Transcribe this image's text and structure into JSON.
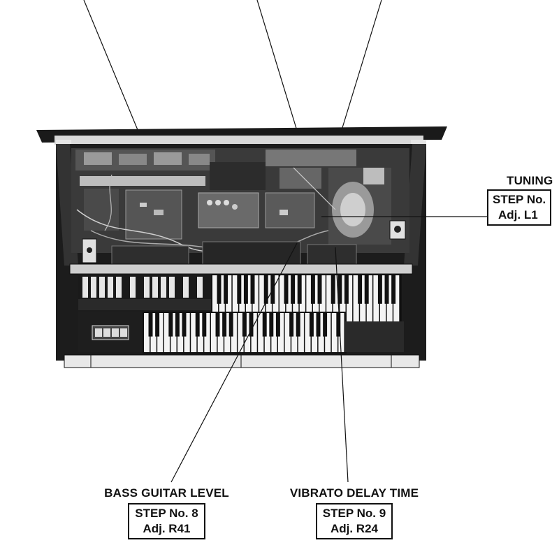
{
  "callouts": {
    "tuning": {
      "title": "TUNING",
      "step": "STEP No.",
      "adj": "Adj. L1"
    },
    "bass": {
      "title": "BASS GUITAR LEVEL",
      "step": "STEP No. 8",
      "adj": "Adj. R41"
    },
    "vibrato": {
      "title": "VIBRATO DELAY TIME",
      "step": "STEP No. 9",
      "adj": "Adj. R24"
    }
  },
  "colors": {
    "ink": "#111111",
    "panel": "#2a2a2a",
    "wood": "#1c1c1c",
    "key_white": "#f4f4f4",
    "key_black": "#111111"
  }
}
